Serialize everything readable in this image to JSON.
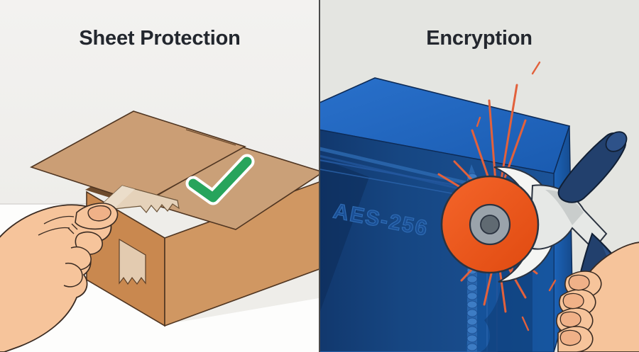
{
  "comparison": {
    "left": {
      "title": "Sheet Protection",
      "background_color": "#f2f1ef",
      "illustration": "cardboard-box-with-hand-peeling-tape",
      "badge_icon": "green-checkmark-icon",
      "badge_color": "#27a45c",
      "box_color": "#cf9463",
      "box_top_color": "#cda178",
      "tape_color": "#e2cdb4",
      "skin_color": "#f6c49b"
    },
    "right": {
      "title": "Encryption",
      "background_color": "#e4e5e1",
      "illustration": "blue-safe-being-cut-by-angle-grinder",
      "safe_label": "AES-256",
      "safe_front_color": "#164682",
      "safe_top_color": "#1d66c0",
      "spark_color": "#e2613c",
      "disc_color": "#f15a22",
      "grinder_handle_color": "#22406d",
      "skin_color": "#f6c49b"
    }
  },
  "divider": {
    "color": "#4a4a4a"
  },
  "title_style": {
    "color": "#23272e"
  }
}
